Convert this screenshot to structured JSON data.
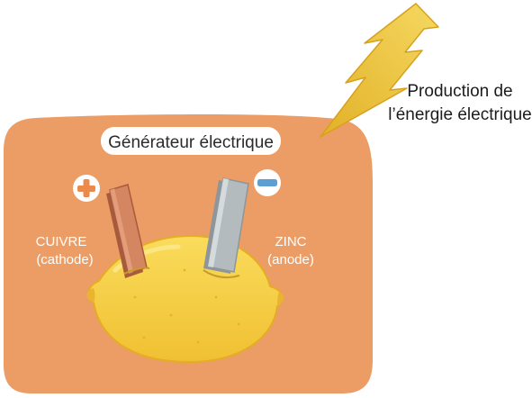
{
  "diagram": {
    "title": "Générateur électrique",
    "output_label_line1": "Production de",
    "output_label_line2": "l’énergie électrique",
    "cathode": {
      "name": "CUIVRE",
      "role": "(cathode)",
      "sign": "+"
    },
    "anode": {
      "name": "ZINC",
      "role": "(anode)",
      "sign": "−"
    },
    "colors": {
      "background_panel": "#eb9d65",
      "lemon": "#f7cf45",
      "copper": "#d48660",
      "zinc": "#b4bbbf",
      "plus_badge": "#ec8a4c",
      "minus_badge": "#5d9fd2",
      "lightning": "#e7ba30"
    }
  }
}
